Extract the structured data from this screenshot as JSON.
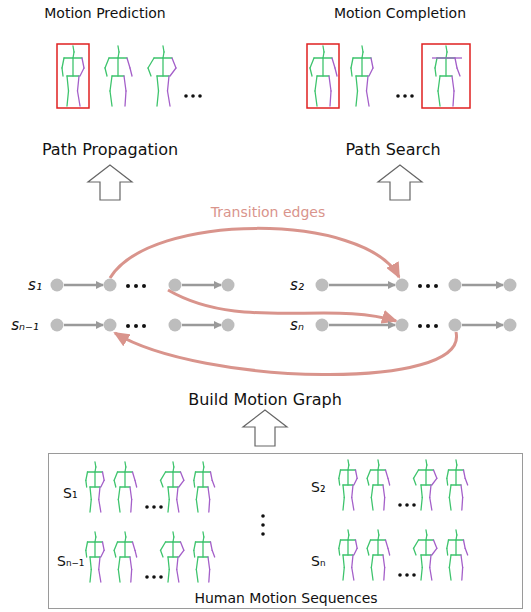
{
  "diagram": {
    "nodes": [
      {
        "text": [
          "S₁",
          "S₂",
          "Sₙ₋₁",
          "Sₙ",
          "Human Motion Sequences"
        ]
      }
    ],
    "labels": [
      "Motion Prediction",
      "Motion Completion",
      "Path Propagation",
      "Path Search",
      "Transition edges",
      "s₁",
      "s₂",
      "sₙ₋₁",
      "sₙ",
      "Build Motion Graph"
    ]
  }
}
